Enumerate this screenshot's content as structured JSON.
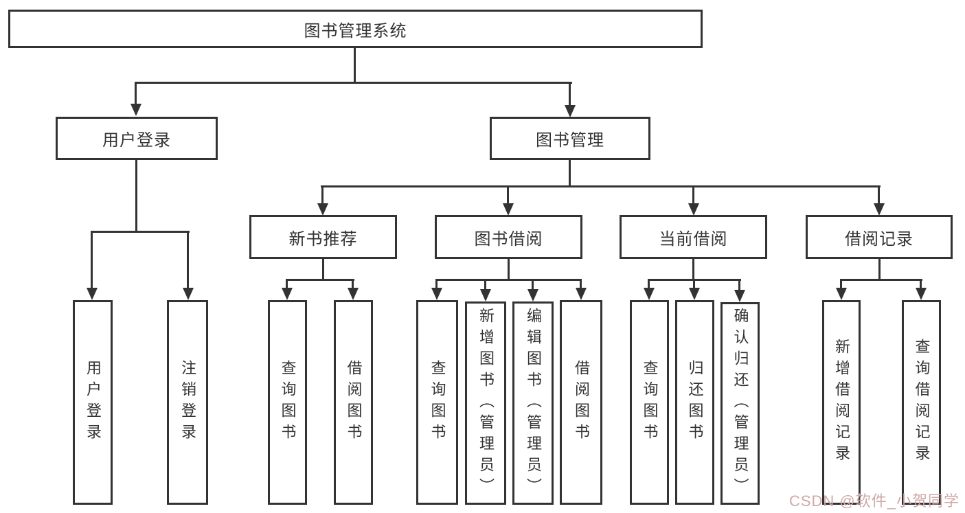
{
  "colors": {
    "line": "#333333",
    "text": "#333333",
    "watermark": "#d0a8a8"
  },
  "watermark": {
    "text": "CSDN @软件_小贺同学"
  },
  "tree": {
    "root": {
      "label": "图书管理系统",
      "children": [
        {
          "label": "用户登录",
          "children": [
            {
              "label": "用户登录"
            },
            {
              "label": "注销登录"
            }
          ]
        },
        {
          "label": "图书管理",
          "children": [
            {
              "label": "新书推荐",
              "children": [
                {
                  "label": "查询图书"
                },
                {
                  "label": "借阅图书"
                }
              ]
            },
            {
              "label": "图书借阅",
              "children": [
                {
                  "label": "查询图书"
                },
                {
                  "label": "新增图书（管理员）"
                },
                {
                  "label": "编辑图书（管理员）"
                },
                {
                  "label": "借阅图书"
                }
              ]
            },
            {
              "label": "当前借阅",
              "children": [
                {
                  "label": "查询图书"
                },
                {
                  "label": "归还图书"
                },
                {
                  "label": "确认归还（管理员）"
                }
              ]
            },
            {
              "label": "借阅记录",
              "children": [
                {
                  "label": "新增借阅记录"
                },
                {
                  "label": "查询借阅记录"
                }
              ]
            }
          ]
        }
      ]
    }
  }
}
